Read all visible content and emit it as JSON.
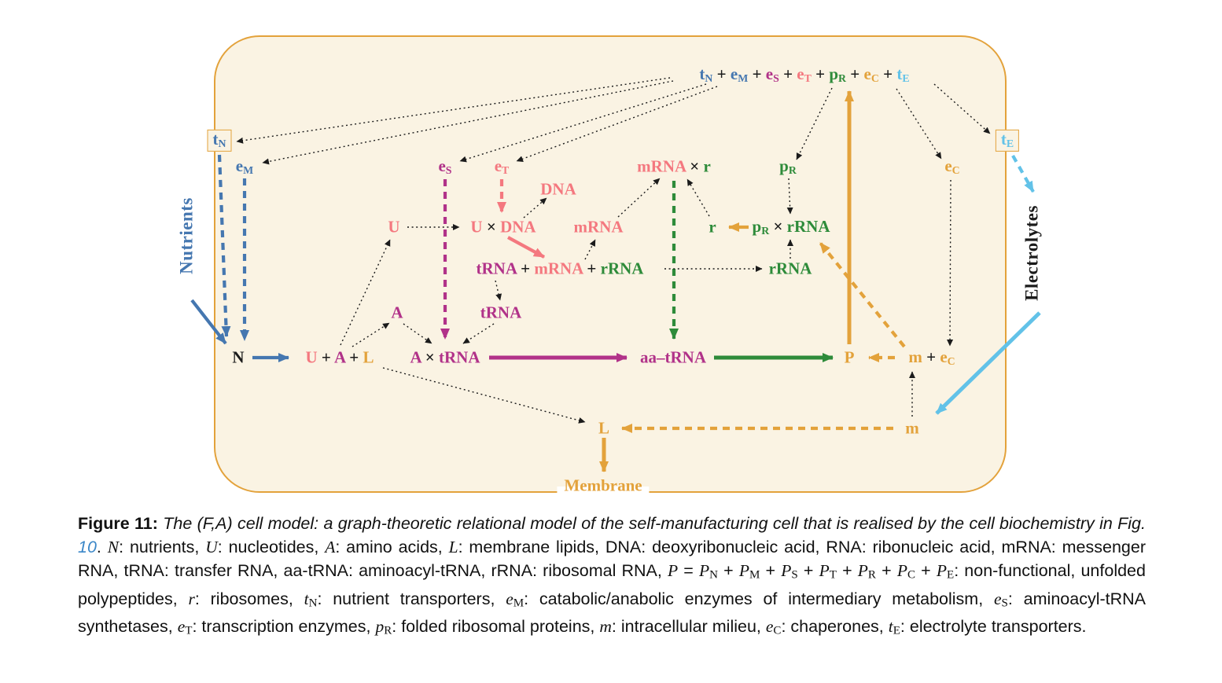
{
  "figure": {
    "palette": {
      "blue": "#4577b0",
      "cyan": "#62c2e8",
      "pink": "#f4787f",
      "magenta": "#b13289",
      "green": "#2e8b3a",
      "orange": "#e3a23b",
      "black": "#1b1b1b",
      "link": "#3b87c8",
      "cell_fill": "#faf3e3",
      "cell_border": "#e3a23b"
    },
    "equation": {
      "parts": [
        {
          "t": "t",
          "sub": "N",
          "c": "blue"
        },
        {
          "t": " + ",
          "c": "black"
        },
        {
          "t": "e",
          "sub": "M",
          "c": "blue"
        },
        {
          "t": " + ",
          "c": "black"
        },
        {
          "t": "e",
          "sub": "S",
          "c": "magenta"
        },
        {
          "t": " + ",
          "c": "black"
        },
        {
          "t": "e",
          "sub": "T",
          "c": "pink"
        },
        {
          "t": " + ",
          "c": "black"
        },
        {
          "t": "p",
          "sub": "R",
          "c": "green"
        },
        {
          "t": " + ",
          "c": "black"
        },
        {
          "t": "e",
          "sub": "C",
          "c": "orange"
        },
        {
          "t": " + ",
          "c": "black"
        },
        {
          "t": "t",
          "sub": "E",
          "c": "cyan"
        }
      ]
    },
    "nodes": {
      "tn": {
        "parts": [
          {
            "t": "t",
            "sub": "N",
            "c": "blue"
          }
        ]
      },
      "te": {
        "parts": [
          {
            "t": "t",
            "sub": "E",
            "c": "cyan"
          }
        ]
      },
      "em": {
        "parts": [
          {
            "t": "e",
            "sub": "M",
            "c": "blue"
          }
        ]
      },
      "es": {
        "parts": [
          {
            "t": "e",
            "sub": "S",
            "c": "magenta"
          }
        ]
      },
      "et": {
        "parts": [
          {
            "t": "e",
            "sub": "T",
            "c": "pink"
          }
        ]
      },
      "dna": {
        "parts": [
          {
            "t": "DNA",
            "c": "pink"
          }
        ]
      },
      "u": {
        "parts": [
          {
            "t": "U",
            "c": "pink"
          }
        ]
      },
      "uxdna": {
        "parts": [
          {
            "t": "U",
            "c": "pink"
          },
          {
            "t": " × ",
            "c": "black"
          },
          {
            "t": "DNA",
            "c": "pink"
          }
        ]
      },
      "mrna": {
        "parts": [
          {
            "t": "mRNA",
            "c": "pink"
          }
        ]
      },
      "mrnaxr": {
        "parts": [
          {
            "t": "mRNA",
            "c": "pink"
          },
          {
            "t": " × ",
            "c": "black"
          },
          {
            "t": "r",
            "c": "green"
          }
        ]
      },
      "r": {
        "parts": [
          {
            "t": "r",
            "c": "green"
          }
        ]
      },
      "pr": {
        "parts": [
          {
            "t": "p",
            "sub": "R",
            "c": "green"
          }
        ]
      },
      "prxrrna": {
        "parts": [
          {
            "t": "p",
            "sub": "R",
            "c": "green"
          },
          {
            "t": " × ",
            "c": "black"
          },
          {
            "t": "rRNA",
            "c": "green"
          }
        ]
      },
      "ec": {
        "parts": [
          {
            "t": "e",
            "sub": "C",
            "c": "orange"
          }
        ]
      },
      "rnagroup": {
        "parts": [
          {
            "t": "tRNA",
            "c": "magenta"
          },
          {
            "t": " + ",
            "c": "black"
          },
          {
            "t": "mRNA",
            "c": "pink"
          },
          {
            "t": " + ",
            "c": "black"
          },
          {
            "t": "rRNA",
            "c": "green"
          }
        ]
      },
      "rrna": {
        "parts": [
          {
            "t": "rRNA",
            "c": "green"
          }
        ]
      },
      "a": {
        "parts": [
          {
            "t": "A",
            "c": "magenta"
          }
        ]
      },
      "trna": {
        "parts": [
          {
            "t": "tRNA",
            "c": "magenta"
          }
        ]
      },
      "n": {
        "parts": [
          {
            "t": "N",
            "c": "black"
          }
        ]
      },
      "ual": {
        "parts": [
          {
            "t": "U",
            "c": "pink"
          },
          {
            "t": " + ",
            "c": "black"
          },
          {
            "t": "A",
            "c": "magenta"
          },
          {
            "t": " + ",
            "c": "black"
          },
          {
            "t": "L",
            "c": "orange"
          }
        ]
      },
      "axtrna": {
        "parts": [
          {
            "t": "A",
            "c": "magenta"
          },
          {
            "t": " × ",
            "c": "black"
          },
          {
            "t": "tRNA",
            "c": "magenta"
          }
        ]
      },
      "aatrna": {
        "parts": [
          {
            "t": "aa–tRNA",
            "c": "magenta"
          }
        ]
      },
      "p": {
        "parts": [
          {
            "t": "P",
            "c": "orange"
          }
        ]
      },
      "mec": {
        "parts": [
          {
            "t": "m",
            "c": "orange"
          },
          {
            "t": " + ",
            "c": "black"
          },
          {
            "t": "e",
            "sub": "C",
            "c": "orange"
          }
        ]
      },
      "m": {
        "parts": [
          {
            "t": "m",
            "c": "orange"
          }
        ]
      },
      "l": {
        "parts": [
          {
            "t": "L",
            "c": "orange"
          }
        ]
      },
      "membrane": {
        "parts": [
          {
            "t": "Membrane",
            "c": "orange"
          }
        ]
      },
      "nutrients": {
        "parts": [
          {
            "t": "Nutrients",
            "c": "blue"
          }
        ]
      },
      "electrolytes": {
        "parts": [
          {
            "t": "Electrolytes",
            "c": "black"
          }
        ]
      }
    }
  },
  "caption": {
    "segments": [
      {
        "t": "Figure 11: ",
        "b": true
      },
      {
        "t": "The (F,A) cell model: a graph-theoretic relational model of the self-manufacturing cell that is realised by the cell biochemistry in Fig. ",
        "i": true
      },
      {
        "t": "10",
        "i": true,
        "c": "link",
        "name": "fig-10-ref",
        "inter": true
      },
      {
        "t": ". "
      },
      {
        "t": "N",
        "v": true
      },
      {
        "t": ": nutrients, "
      },
      {
        "t": "U",
        "v": true
      },
      {
        "t": ": nucleotides, "
      },
      {
        "t": "A",
        "v": true
      },
      {
        "t": ": amino acids, "
      },
      {
        "t": "L",
        "v": true
      },
      {
        "t": ": membrane lipids, DNA: deoxyribonucleic acid, RNA: ribonucleic acid, mRNA: messenger RNA, tRNA: transfer RNA, aa-tRNA: aminoacyl-tRNA, rRNA: ribosomal RNA, "
      },
      {
        "t": "P",
        "v": true
      },
      {
        "t": " = "
      },
      {
        "t": "P",
        "v": true,
        "sub": "N"
      },
      {
        "t": " + "
      },
      {
        "t": "P",
        "v": true,
        "sub": "M"
      },
      {
        "t": " + "
      },
      {
        "t": "P",
        "v": true,
        "sub": "S"
      },
      {
        "t": " + "
      },
      {
        "t": "P",
        "v": true,
        "sub": "T"
      },
      {
        "t": " + "
      },
      {
        "t": "P",
        "v": true,
        "sub": "R"
      },
      {
        "t": " + "
      },
      {
        "t": "P",
        "v": true,
        "sub": "C"
      },
      {
        "t": " + "
      },
      {
        "t": "P",
        "v": true,
        "sub": "E"
      },
      {
        "t": ": non-functional, unfolded polypeptides, "
      },
      {
        "t": "r",
        "v": true
      },
      {
        "t": ": ribosomes, "
      },
      {
        "t": "t",
        "v": true,
        "sub": "N"
      },
      {
        "t": ": nutrient transporters, "
      },
      {
        "t": "e",
        "v": true,
        "sub": "M"
      },
      {
        "t": ": catabolic/anabolic enzymes of intermediary metabolism, "
      },
      {
        "t": "e",
        "v": true,
        "sub": "S"
      },
      {
        "t": ": aminoacyl-tRNA synthetases, "
      },
      {
        "t": "e",
        "v": true,
        "sub": "T"
      },
      {
        "t": ": transcription enzymes, "
      },
      {
        "t": "p",
        "v": true,
        "sub": "R"
      },
      {
        "t": ": folded ribosomal proteins, "
      },
      {
        "t": "m",
        "v": true
      },
      {
        "t": ": intracellular milieu, "
      },
      {
        "t": "e",
        "v": true,
        "sub": "C"
      },
      {
        "t": ": chaperones, "
      },
      {
        "t": "t",
        "v": true,
        "sub": "E"
      },
      {
        "t": ": electrolyte transporters."
      }
    ]
  }
}
